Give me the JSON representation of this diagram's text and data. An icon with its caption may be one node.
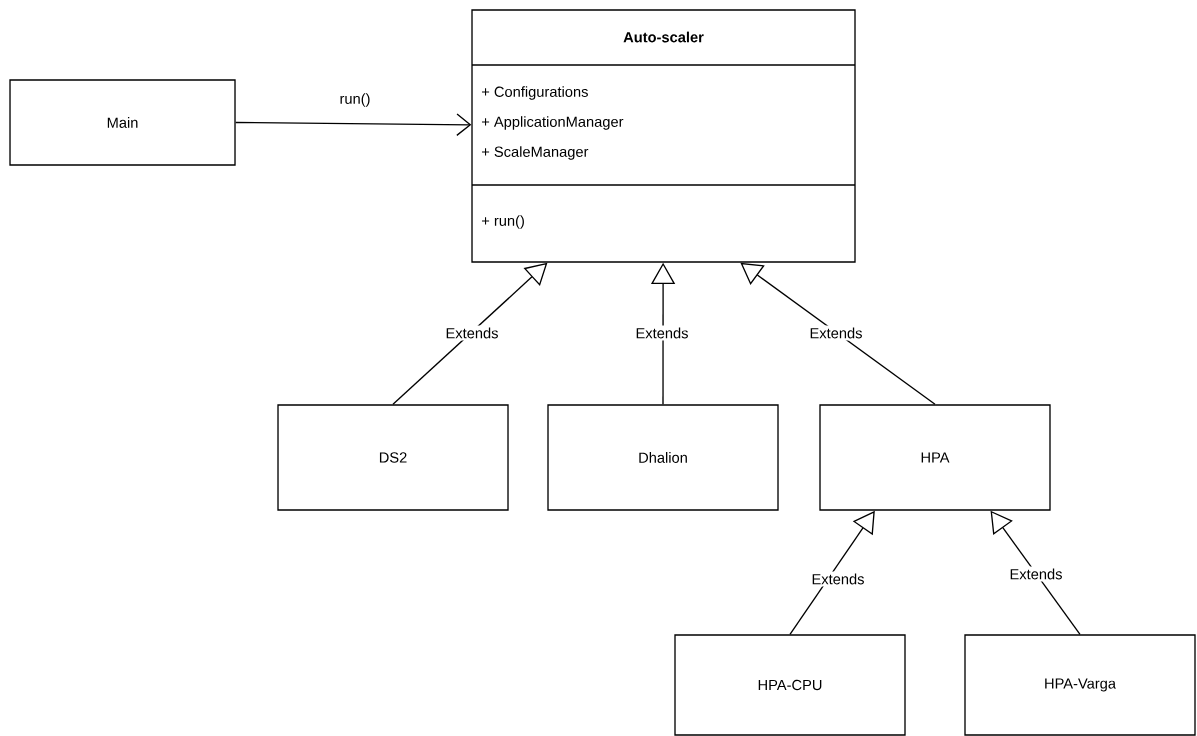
{
  "diagram": {
    "nodes": [
      {
        "text": [
          "Main"
        ]
      },
      {
        "text": [
          "Auto-scaler",
          "+ Configurations",
          "+ ApplicationManager",
          "+ ScaleManager",
          "+ run()"
        ]
      },
      {
        "text": [
          "DS2"
        ]
      },
      {
        "text": [
          "Dhalion"
        ]
      },
      {
        "text": [
          "HPA"
        ]
      },
      {
        "text": [
          "HPA-CPU"
        ]
      },
      {
        "text": [
          "HPA-Varga"
        ]
      }
    ],
    "edges": [
      {
        "from": 0,
        "to": 1,
        "arrow": "to",
        "label": "run()"
      },
      {
        "from": 2,
        "to": 1,
        "arrow": "to",
        "label": "Extends"
      },
      {
        "from": 3,
        "to": 1,
        "arrow": "to",
        "label": "Extends"
      },
      {
        "from": 4,
        "to": 1,
        "arrow": "to",
        "label": "Extends"
      },
      {
        "from": 5,
        "to": 4,
        "arrow": "to",
        "label": "Extends"
      },
      {
        "from": 6,
        "to": 4,
        "arrow": "to",
        "label": "Extends"
      }
    ]
  }
}
